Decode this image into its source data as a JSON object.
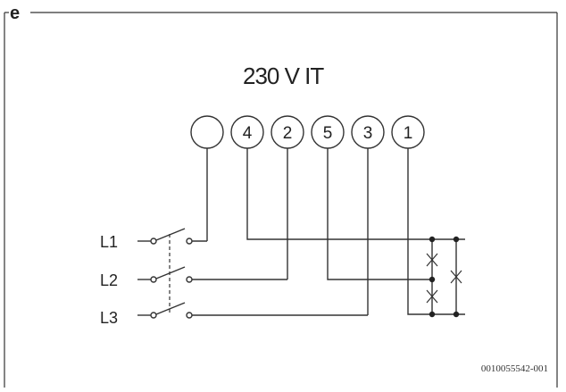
{
  "panel_label": "e",
  "title": "230 V IT",
  "terminals": [
    "",
    "4",
    "2",
    "5",
    "3",
    "1"
  ],
  "phases": [
    "L1",
    "L2",
    "L3"
  ],
  "figure_code": "0010055542-001"
}
